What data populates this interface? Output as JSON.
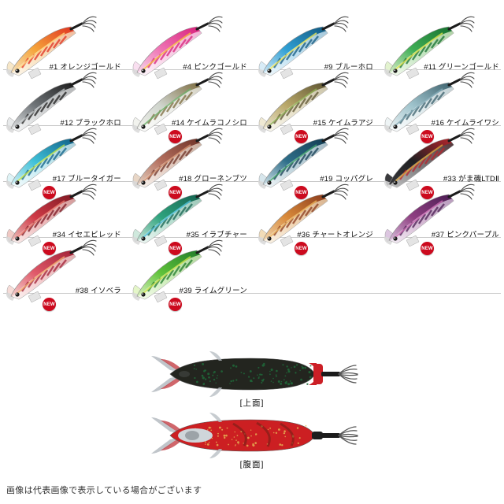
{
  "catalog": {
    "rows": [
      {
        "items": [
          {
            "code": "#1",
            "name": "オレンジゴールド",
            "label": "#1 オレンジゴールド",
            "is_new": false,
            "colors": {
              "body": "#f5a43a",
              "pattern": "#e03020",
              "belly": "#f7e7c8",
              "accent": "#ffd37a"
            }
          },
          {
            "code": "#4",
            "name": "ピンクゴールド",
            "label": "#4 ピンクゴールド",
            "is_new": false,
            "colors": {
              "body": "#ef74b4",
              "pattern": "#d81f7a",
              "belly": "#f9dff0",
              "accent": "#f5b63f"
            }
          },
          {
            "code": "#9",
            "name": "ブルーホロ",
            "label": "#9 ブルーホロ",
            "is_new": false,
            "colors": {
              "body": "#2f9fd4",
              "pattern": "#12587f",
              "belly": "#d8ecf7",
              "accent": "#e8e45a"
            }
          },
          {
            "code": "#11",
            "name": "グリーンゴールド",
            "label": "#11 グリーンゴールド",
            "is_new": false,
            "colors": {
              "body": "#3fae55",
              "pattern": "#16702f",
              "belly": "#e3f3cf",
              "accent": "#d9e04a"
            }
          }
        ]
      },
      {
        "items": [
          {
            "code": "#12",
            "name": "ブラックホロ",
            "label": "#12 ブラックホロ",
            "is_new": false,
            "colors": {
              "body": "#6f7478",
              "pattern": "#1b1b1b",
              "belly": "#e7e9ea",
              "accent": "#b9bec1"
            }
          },
          {
            "code": "#14",
            "name": "ケイムラコノシロ",
            "label": "#14 ケイムラコノシロ",
            "is_new": true,
            "colors": {
              "body": "#cfd4cc",
              "pattern": "#7b6a3c",
              "belly": "#f2f3ee",
              "accent": "#6fae6a"
            }
          },
          {
            "code": "#15",
            "name": "ケイムラアジ",
            "label": "#15 ケイムラアジ",
            "is_new": true,
            "colors": {
              "body": "#b9a86a",
              "pattern": "#5c5330",
              "belly": "#efe9d3",
              "accent": "#8fae53"
            }
          },
          {
            "code": "#16",
            "name": "ケイムライワシ",
            "label": "#16 ケイムライワシ",
            "is_new": true,
            "colors": {
              "body": "#9fc3cc",
              "pattern": "#3a5f6b",
              "belly": "#eef4f5",
              "accent": "#7fa8b4"
            }
          }
        ]
      },
      {
        "items": [
          {
            "code": "#17",
            "name": "ブルータイガー",
            "label": "#17 ブルータイガー",
            "is_new": true,
            "colors": {
              "body": "#3fc0d8",
              "pattern": "#0f5f86",
              "belly": "#dff4f7",
              "accent": "#b9e04a"
            }
          },
          {
            "code": "#18",
            "name": "グローネンブツ",
            "label": "#18 グローネンブツ",
            "is_new": true,
            "colors": {
              "body": "#b4705f",
              "pattern": "#6d3025",
              "belly": "#e8d6c6",
              "accent": "#d08c6a"
            }
          },
          {
            "code": "#19",
            "name": "コッパグレ",
            "label": "#19 コッパグレ",
            "is_new": true,
            "colors": {
              "body": "#2f6f8a",
              "pattern": "#123c52",
              "belly": "#d7e6ec",
              "accent": "#3fa06a"
            }
          },
          {
            "code": "#33",
            "name": "がま磯LTDⅡ",
            "label": "#33 がま磯LTDⅡ",
            "is_new": true,
            "colors": {
              "body": "#1f1f22",
              "pattern": "#b8252c",
              "belly": "#3a3a3d",
              "accent": "#d8a33a"
            }
          }
        ]
      },
      {
        "items": [
          {
            "code": "#34",
            "name": "イセエビレッド",
            "label": "#34 イセエビレッド",
            "is_new": true,
            "colors": {
              "body": "#cf3a46",
              "pattern": "#7d1722",
              "belly": "#f0c9c4",
              "accent": "#e8766a"
            }
          },
          {
            "code": "#35",
            "name": "イラブチャー",
            "label": "#35 イラブチャー",
            "is_new": true,
            "colors": {
              "body": "#2fa37e",
              "pattern": "#14624f",
              "belly": "#cfe9dd",
              "accent": "#4fbfd8"
            }
          },
          {
            "code": "#36",
            "name": "チャートオレンジ",
            "label": "#36 チャートオレンジ",
            "is_new": true,
            "colors": {
              "body": "#d98a3a",
              "pattern": "#8a3a1c",
              "belly": "#f2dcb8",
              "accent": "#e8b05a"
            }
          },
          {
            "code": "#37",
            "name": "ピンクパープル",
            "label": "#37 ピンクパープル",
            "is_new": true,
            "colors": {
              "body": "#8f3f82",
              "pattern": "#4a1c52",
              "belly": "#dcc6e0",
              "accent": "#c86ab0"
            }
          }
        ]
      },
      {
        "items": [
          {
            "code": "#38",
            "name": "イソベラ",
            "label": "#38 イソベラ",
            "is_new": true,
            "colors": {
              "body": "#e05a6a",
              "pattern": "#a01f35",
              "belly": "#f6dcd8",
              "accent": "#f0a86a"
            }
          },
          {
            "code": "#39",
            "name": "ライムグリーン",
            "label": "#39 ライムグリーン",
            "is_new": true,
            "colors": {
              "body": "#5fc23a",
              "pattern": "#1f7a2a",
              "belly": "#e4f6c8",
              "accent": "#c8e04a"
            }
          }
        ]
      }
    ]
  },
  "views": {
    "top": {
      "label": "[上面]",
      "colors": {
        "body": "#23251f",
        "speck": "#1f6b3a",
        "collar": "#cc1f26",
        "fin": "#b9bfc4",
        "fin_red": "#c0333a"
      }
    },
    "belly": {
      "label": "[腹面]",
      "colors": {
        "body": "#cc1f22",
        "patch": "#cfd6da",
        "stripe": "#6d2016",
        "fin": "#b9bfc4",
        "fin_red": "#c0333a"
      }
    }
  },
  "badge": {
    "new_label": "NEW",
    "color": "#cc0a1e"
  },
  "footer": {
    "note": "画像は代表画像で表示している場合がございます"
  }
}
